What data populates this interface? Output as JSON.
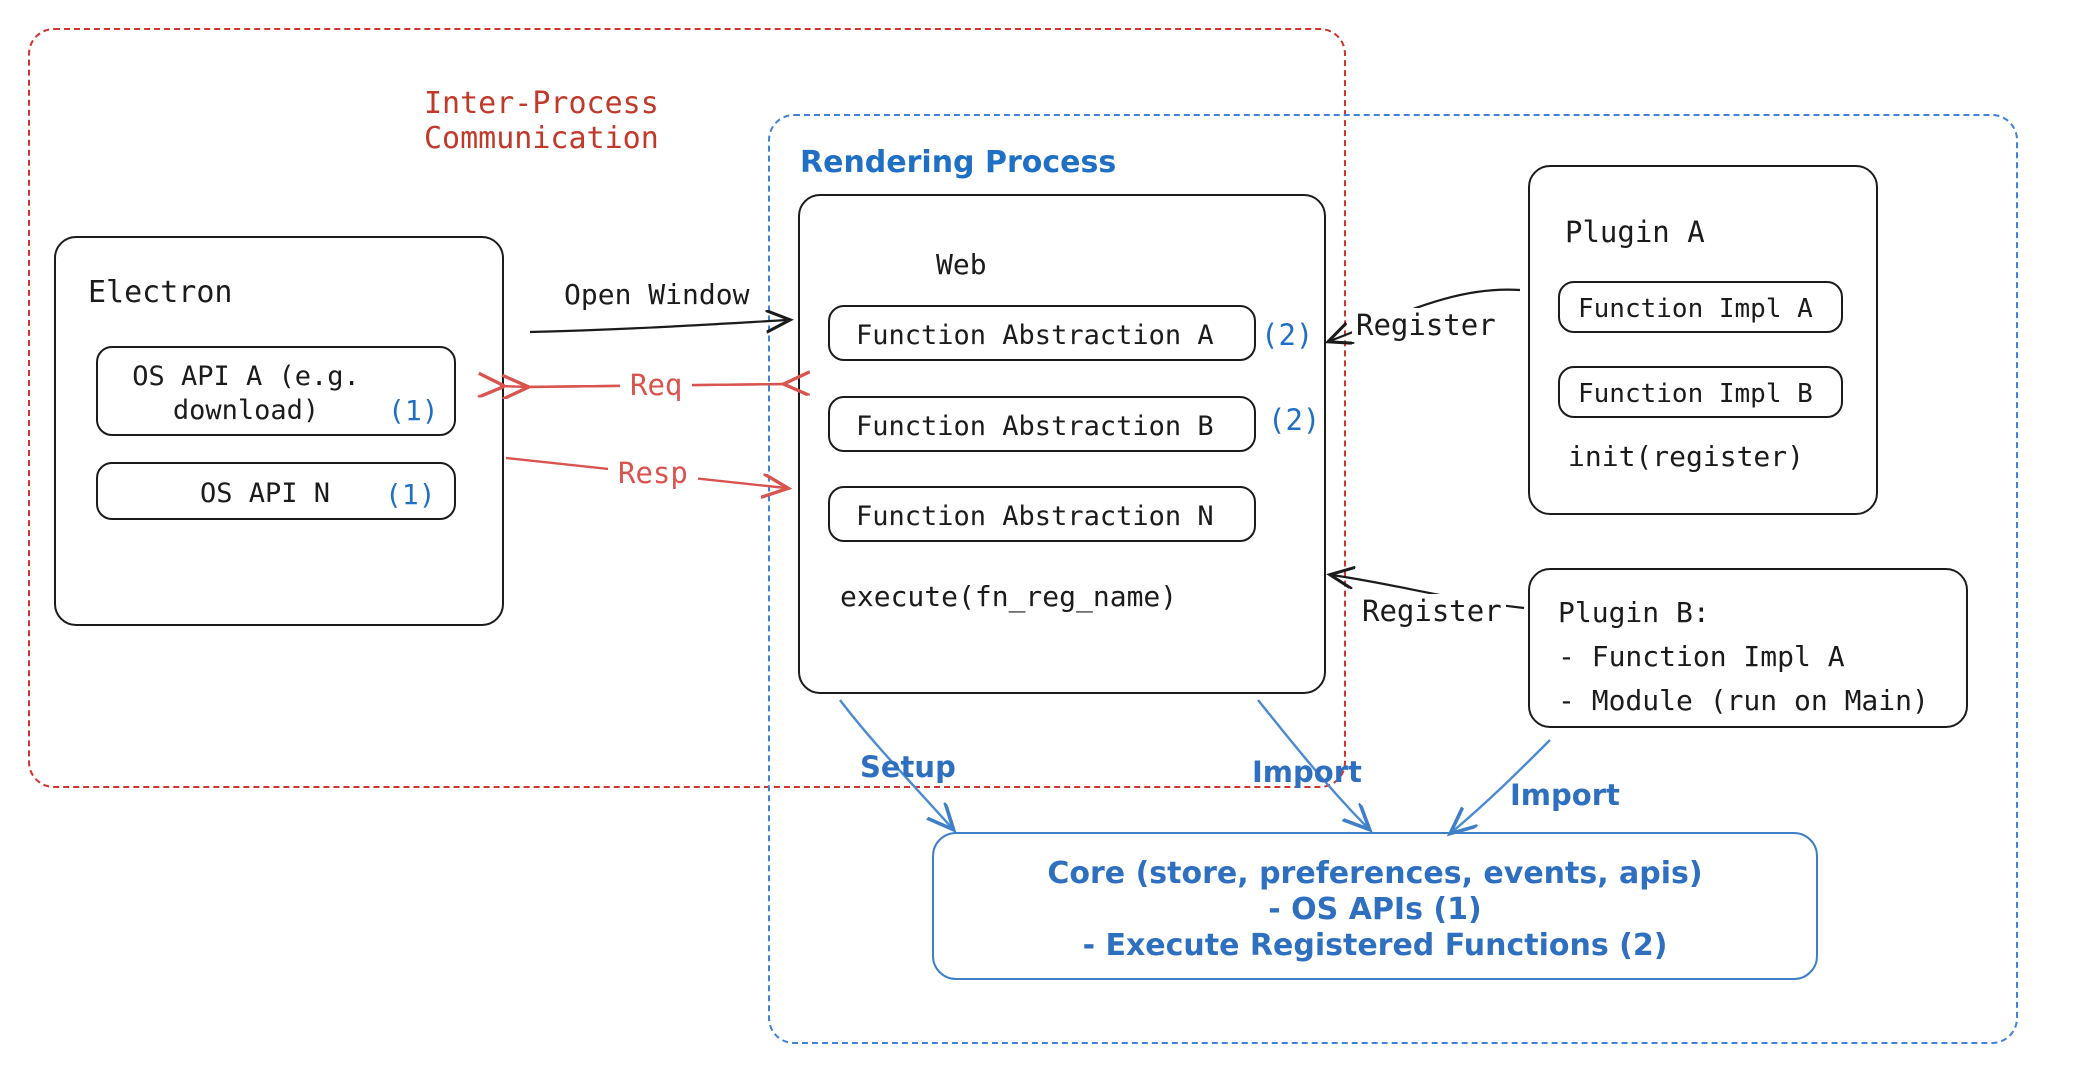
{
  "diagram": {
    "title_regions": {
      "ipc_label_line1": "Inter-Process",
      "ipc_label_line2": "Communication",
      "rendering_label": "Rendering Process"
    },
    "colors": {
      "ipc_red": "#c0392b",
      "render_blue": "#1f6fc4",
      "core_blue": "#2f6fc0",
      "node_stroke": "#1b1b1b",
      "background": "#ffffff"
    },
    "electron": {
      "title": "Electron",
      "apis": [
        {
          "label": "OS API A (e.g.\ndownload)",
          "marker": "(1)"
        },
        {
          "label": "OS API N",
          "marker": "(1)"
        }
      ]
    },
    "web": {
      "title": "Web",
      "abstractions": [
        {
          "label": "Function Abstraction A",
          "marker": "(2)"
        },
        {
          "label": "Function Abstraction B",
          "marker": "(2)"
        },
        {
          "label": "Function Abstraction N",
          "marker": ""
        }
      ],
      "footer": "execute(fn_reg_name)"
    },
    "plugin_a": {
      "title": "Plugin A",
      "items": [
        "Function Impl A",
        "Function Impl B"
      ],
      "footer": "init(register)"
    },
    "plugin_b": {
      "lines": [
        "Plugin B:",
        "- Function Impl A",
        "- Module (run on Main)"
      ]
    },
    "core": {
      "lines": [
        "Core (store, preferences, events, apis)",
        "- OS APIs (1)",
        "- Execute Registered Functions (2)"
      ]
    },
    "edges": [
      {
        "name": "open-window",
        "label": "Open Window",
        "color": "#1b1b1b"
      },
      {
        "name": "req",
        "label": "Req",
        "color": "#d9534f"
      },
      {
        "name": "resp",
        "label": "Resp",
        "color": "#d9534f"
      },
      {
        "name": "register-plugin-a",
        "label": "Register",
        "color": "#1b1b1b"
      },
      {
        "name": "register-plugin-b",
        "label": "Register",
        "color": "#1b1b1b"
      },
      {
        "name": "setup-core",
        "label": "Setup",
        "color": "#2f6fc0"
      },
      {
        "name": "import-core-web",
        "label": "Import",
        "color": "#2f6fc0"
      },
      {
        "name": "import-core-plugin-b",
        "label": "Import",
        "color": "#2f6fc0"
      }
    ]
  }
}
